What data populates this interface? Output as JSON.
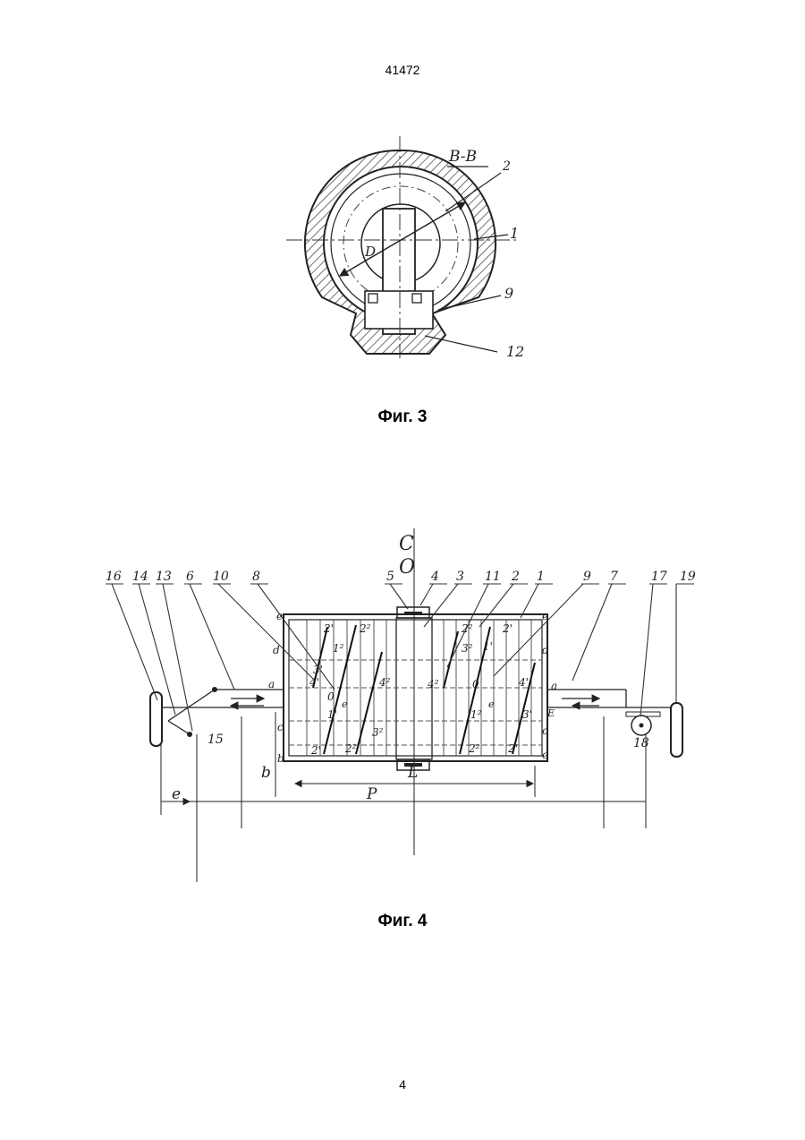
{
  "document_number": "41472",
  "page_number": "4",
  "figures": [
    {
      "caption": "Фиг. 3",
      "section_label": "B-B",
      "diameter_label": "D",
      "callouts": [
        "2",
        "1",
        "9",
        "12"
      ]
    },
    {
      "caption": "Фиг. 4",
      "top_symbols": [
        "C",
        "O"
      ],
      "callouts_top": [
        "16",
        "14",
        "13",
        "6",
        "10",
        "8",
        "5",
        "4",
        "3",
        "11",
        "2",
        "1",
        "9",
        "7",
        "17",
        "19"
      ],
      "callouts_other": [
        "15",
        "18"
      ],
      "dimension_labels": [
        "L",
        "P",
        "e",
        "b"
      ],
      "edge_letters_left": [
        "e",
        "d",
        "a",
        "c",
        "b"
      ],
      "edge_letters_right": [
        "e",
        "d",
        "a",
        "c",
        "e"
      ],
      "coil_labels_left": [
        "2'",
        "2²",
        "1²",
        "3'",
        "4'",
        "0",
        "4²",
        "1'",
        "3²",
        "2'",
        "2²"
      ],
      "coil_labels_right": [
        "2²",
        "2'",
        "3²",
        "1'",
        "4²",
        "0",
        "4'",
        "1²",
        "3'",
        "2²",
        "2'"
      ],
      "offset_labels": [
        "e",
        "e",
        "E"
      ]
    }
  ]
}
